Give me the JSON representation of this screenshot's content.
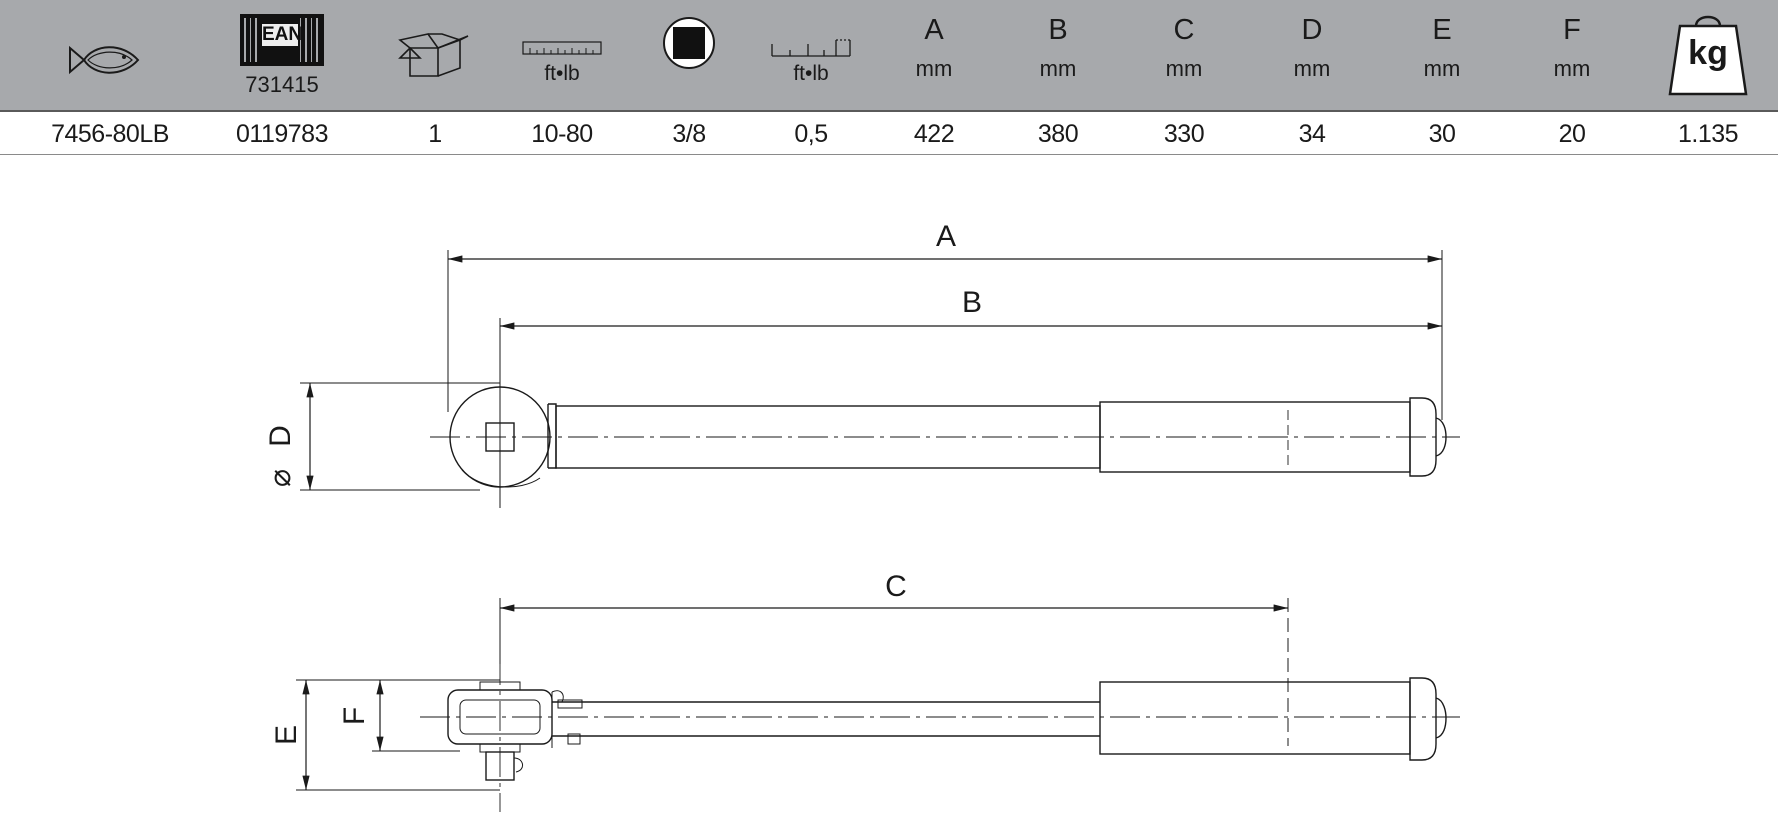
{
  "header": {
    "ean_code": "731415",
    "ean_badge": "EAN",
    "ftlb_1": "ft•lb",
    "ftlb_2": "ft•lb",
    "weight_unit": "kg",
    "dims": [
      {
        "letter": "A",
        "unit": "mm"
      },
      {
        "letter": "B",
        "unit": "mm"
      },
      {
        "letter": "C",
        "unit": "mm"
      },
      {
        "letter": "D",
        "unit": "mm"
      },
      {
        "letter": "E",
        "unit": "mm"
      },
      {
        "letter": "F",
        "unit": "mm"
      }
    ],
    "icons": [
      "fish-icon",
      "ean-barcode-icon",
      "box-icon",
      "torque-scale-icon",
      "square-drive-icon",
      "graduation-scale-icon",
      "weight-icon"
    ]
  },
  "row": {
    "article": "7456-80LB",
    "ean": "0119783",
    "qty": "1",
    "range": "10-80",
    "drive": "3/8",
    "graduation": "0,5",
    "A": "422",
    "B": "380",
    "C": "330",
    "D": "34",
    "E": "30",
    "F": "20",
    "weight": "1.135"
  },
  "drawing": {
    "labels": {
      "A": "A",
      "B": "B",
      "C": "C",
      "D": "D",
      "E": "E",
      "F": "F",
      "dia": "⌀"
    }
  }
}
